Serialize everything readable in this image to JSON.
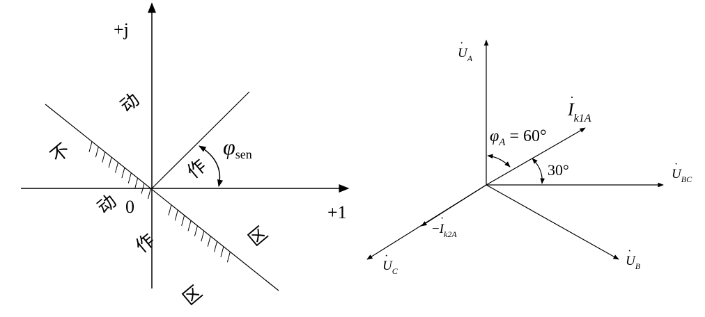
{
  "left_diagram": {
    "axis_imag_label": "+j",
    "axis_real_label": "+1",
    "origin_label": "0",
    "angle_symbol": "φ",
    "angle_subscript": "sen",
    "region_chars": {
      "dong_upper": "动",
      "bu": "不",
      "zuo_upper": "作",
      "dong_lower": "动",
      "zuo_lower": "作",
      "qu_right": "区",
      "qu_bottom": "区"
    }
  },
  "right_diagram": {
    "phasors": {
      "UA": {
        "symbol": "U",
        "subscript": "A"
      },
      "UB": {
        "symbol": "U",
        "subscript": "B"
      },
      "UC": {
        "symbol": "U",
        "subscript": "C"
      },
      "UBC": {
        "symbol": "U",
        "subscript": "BC"
      },
      "Ik1A": {
        "symbol": "I",
        "subscript": "k1A"
      },
      "Ik2A": {
        "prefix": "−",
        "symbol": "I",
        "subscript": "k2A"
      }
    },
    "phi_a_symbol": "φ",
    "phi_a_subscript": "A",
    "phi_a_value": " = 60°",
    "angle_30_label": "30°"
  }
}
